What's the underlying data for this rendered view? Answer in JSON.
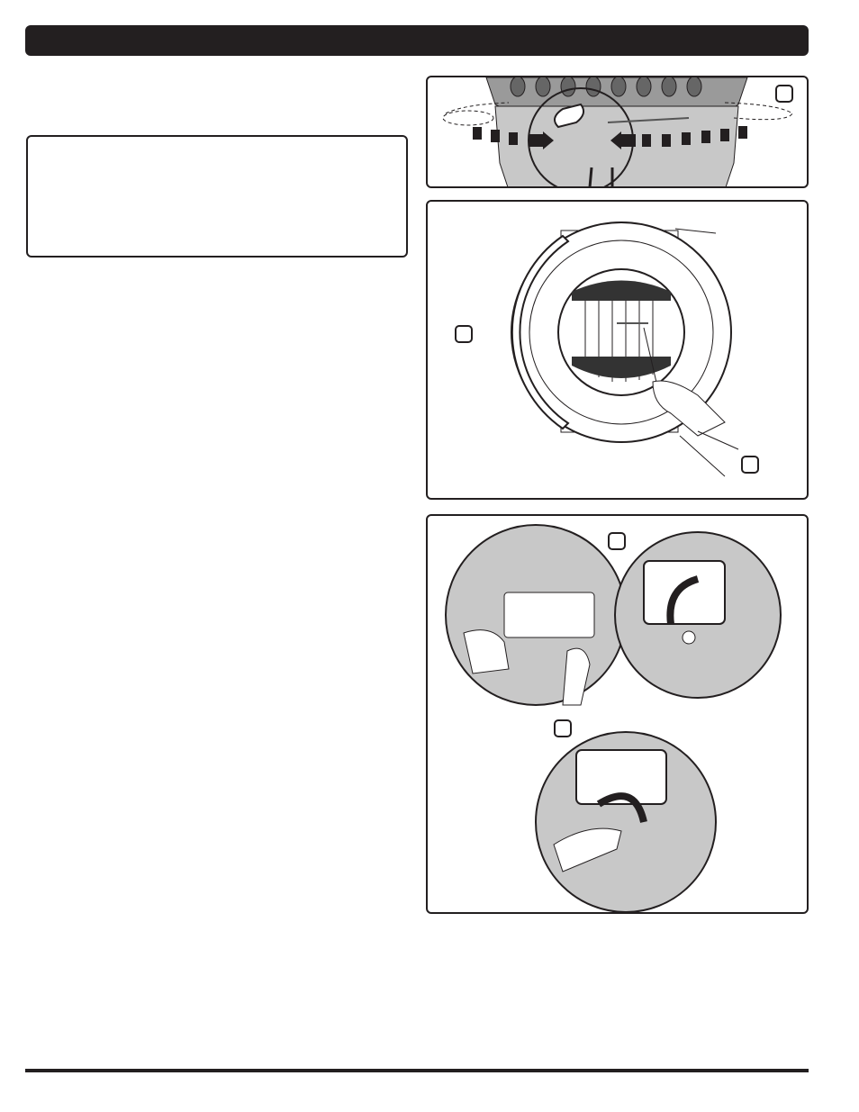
{
  "colors": {
    "ink": "#231f20",
    "shade": "#9a9a9a",
    "light": "#c8c8c8"
  },
  "figures": [
    {
      "id": "lid-vent-alignment",
      "callouts": 1
    },
    {
      "id": "charcoal-grate-top-view",
      "callouts": 2
    },
    {
      "id": "control-panel-ignition",
      "callouts": 2
    }
  ]
}
